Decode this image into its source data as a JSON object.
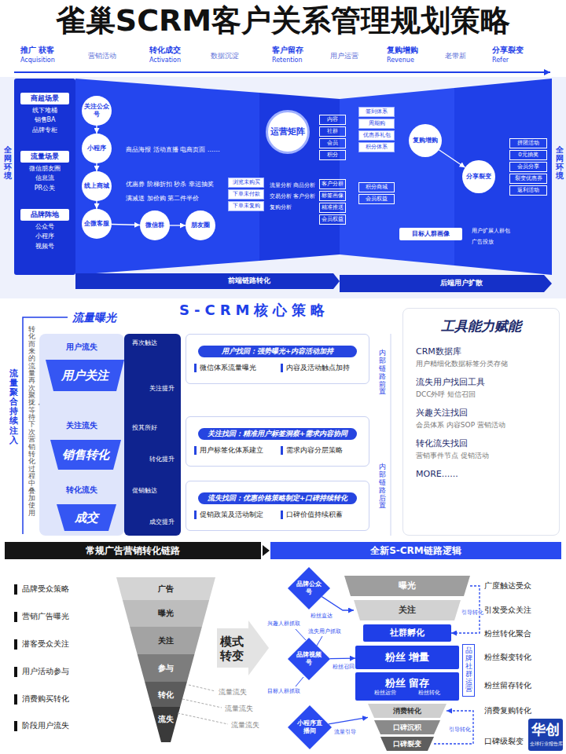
{
  "diagram": {
    "title": "雀巢SCRM客户关系管理规划策略",
    "nodes": [
      {
        "text": [
          "商超场景",
          "线下堆桶",
          "销售BA",
          "品牌专柜"
        ]
      },
      {
        "text": [
          "流量场景",
          "微信朋友圈",
          "信息流",
          "PR公关"
        ]
      },
      {
        "text": [
          "品牌阵地",
          "公众号",
          "小程序",
          "视频号"
        ]
      },
      {
        "text": [
          "关注公众号"
        ]
      },
      {
        "text": [
          "小程序"
        ]
      },
      {
        "text": [
          "线上商城"
        ]
      },
      {
        "text": [
          "企微客服"
        ]
      },
      {
        "text": [
          "微信群"
        ]
      },
      {
        "text": [
          "朋友圈"
        ]
      },
      {
        "text": [
          "浏览未购买"
        ]
      },
      {
        "text": [
          "下单未付款"
        ]
      },
      {
        "text": [
          "下单未复购"
        ]
      },
      {
        "text": [
          "运营矩阵"
        ]
      },
      {
        "text": [
          "内容"
        ]
      },
      {
        "text": [
          "社群"
        ]
      },
      {
        "text": [
          "会员"
        ]
      },
      {
        "text": [
          "积分"
        ]
      },
      {
        "text": [
          "客户分群"
        ]
      },
      {
        "text": [
          "标签画像"
        ]
      },
      {
        "text": [
          "精准推送"
        ]
      },
      {
        "text": [
          "会员权益"
        ]
      },
      {
        "text": [
          "签到体系"
        ]
      },
      {
        "text": [
          "周期购"
        ]
      },
      {
        "text": [
          "优惠券礼包"
        ]
      },
      {
        "text": [
          "积分体系"
        ]
      },
      {
        "text": [
          "积分商城"
        ]
      },
      {
        "text": [
          "会员权益"
        ]
      },
      {
        "text": [
          "复购增购"
        ]
      },
      {
        "text": [
          "分享裂变"
        ]
      },
      {
        "text": [
          "拼团活动"
        ]
      },
      {
        "text": [
          "0元抽奖"
        ]
      },
      {
        "text": [
          "会员分享"
        ]
      },
      {
        "text": [
          "裂变优惠券"
        ]
      },
      {
        "text": [
          "返利活动"
        ]
      },
      {
        "text": [
          "目标人群画像"
        ]
      },
      {
        "text": [
          "用户关注"
        ]
      },
      {
        "text": [
          "销售转化"
        ]
      },
      {
        "text": [
          "成交"
        ]
      },
      {
        "text": [
          "用户找回：强势曝光+内容活动加持",
          "微信体系流量曝光",
          "内容及活动触点加持"
        ]
      },
      {
        "text": [
          "关注找回：精准用户标签洞察+需求内容协同",
          "用户标签化体系建立",
          "需求内容分层策略"
        ]
      },
      {
        "text": [
          "流失找回：优惠价格策略制定+口碑持续转化",
          "促销政策及活动制定",
          "口碑价值持续积蓄"
        ]
      },
      {
        "text": [
          "工具能力赋能",
          "CRM数据库",
          "用户精细化数据标签分类存储",
          "流失用户找回工具",
          "DCC外呼 短信召回",
          "兴趣关注找回",
          "会员体系 内容SOP 营销活动",
          "转化流失找回",
          "营销事件节点 促销活动",
          "MORE......"
        ]
      },
      {
        "text": [
          "常规广告营销转化链路"
        ]
      },
      {
        "text": [
          "全新S-CRM链路逻辑"
        ]
      },
      {
        "text": [
          "品牌公众号"
        ]
      },
      {
        "text": [
          "品牌视频号"
        ]
      },
      {
        "text": [
          "小程序直播间"
        ]
      },
      {
        "text": [
          "曝光"
        ]
      },
      {
        "text": [
          "关注"
        ]
      },
      {
        "text": [
          "社群孵化"
        ]
      },
      {
        "text": [
          "粉丝 增量"
        ]
      },
      {
        "text": [
          "粉丝 留存",
          "粉丝运营",
          "粉丝转化"
        ]
      },
      {
        "text": [
          "消费转化"
        ]
      },
      {
        "text": [
          "口碑沉积"
        ]
      },
      {
        "text": [
          "口碑裂变"
        ]
      },
      {
        "text": [
          "品牌社群运营"
        ]
      }
    ],
    "edges": [
      {
        "from": 3,
        "to": 4,
        "arrow": "to"
      },
      {
        "from": 4,
        "to": 5,
        "arrow": "to"
      },
      {
        "from": 5,
        "to": 6,
        "arrow": "to"
      },
      {
        "from": 6,
        "to": 7,
        "arrow": "to"
      },
      {
        "from": 7,
        "to": 8,
        "arrow": "to"
      },
      {
        "from": 27,
        "to": 28,
        "arrow": "to"
      },
      {
        "from": 44,
        "to": 48,
        "label": "粉丝直达",
        "arrow": "to"
      },
      {
        "from": 45,
        "to": 50,
        "label": "粉丝召回",
        "arrow": "to"
      },
      {
        "from": 46,
        "to": 52,
        "label": "流量引导",
        "arrow": "to"
      },
      {
        "from": 47,
        "to": 49,
        "label": "引导转化",
        "arrow": "to"
      },
      {
        "from": 54,
        "to": 52,
        "label": "引导转化",
        "arrow": "to"
      }
    ],
    "labels": [
      "推广 获客",
      "Acquisition",
      "营销活动",
      "转化成交",
      "Activation",
      "数据沉淀",
      "客户留存",
      "Retention",
      "用户运营",
      "复购增购",
      "Revenue",
      "老带新",
      "分享裂变",
      "Refer",
      "全网环境",
      "全网环境",
      "商品海报 活动直播 电商页面 ……",
      "优惠券 阶梯折扣 秒杀 幸运抽奖",
      "满减送 加价购 第二件半价",
      "流量分析",
      "商品分析",
      "交易分析",
      "客户分析",
      "复购分析",
      "用户扩展人群包",
      "广告投放",
      "前端链路转化",
      "后端用户扩散",
      "S-CRM核心策略",
      "流量曝光",
      "流量聚合持续注入",
      "转化而来的流量再次聚拢，等待下次营销转化过程中叠加使用",
      "用户流失",
      "关注流失",
      "转化流失",
      "再次触达",
      "关注提升",
      "投其所好",
      "转化提升",
      "促销触达",
      "成交提升",
      "内部链路前置",
      "内部链路后置",
      "品牌受众策略",
      "营销广告曝光",
      "潜客受众关注",
      "用户活动参与",
      "消费购买转化",
      "阶段用户流失",
      "广告",
      "曝光",
      "关注",
      "参与",
      "转化",
      "流失",
      "模式转变",
      "流量流失",
      "流量流失",
      "流量流失",
      "流失用户抓取",
      "兴趣人群抓取",
      "目标人群抓取",
      "广度触达受众",
      "引发受众关注",
      "粉丝转化聚合",
      "粉丝裂变转化",
      "粉丝留存转化",
      "消费复购转化",
      "口碑级裂变",
      "华创",
      "全球行业报告库"
    ]
  }
}
